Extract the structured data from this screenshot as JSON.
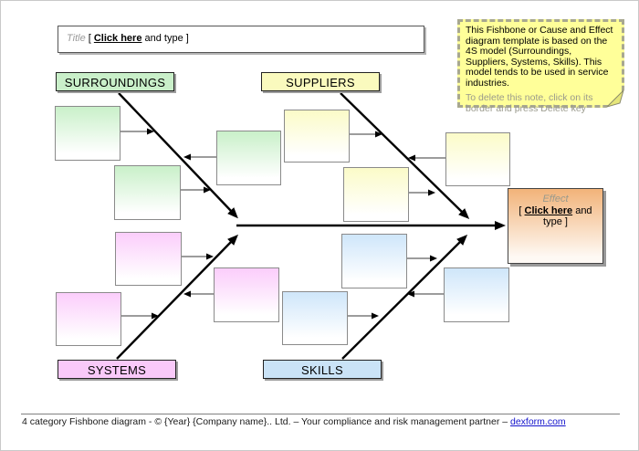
{
  "title_box": {
    "label": "Title",
    "pre": " [ ",
    "click_text": "Click here",
    "post": " and type ]"
  },
  "note": {
    "body": "This Fishbone or Cause and Effect diagram template is based on the 4S model (Surroundings, Suppliers, Systems, Skills). This model tends to be used in service industries.",
    "hint": "To delete this note, click on its border and press Delete key"
  },
  "categories": [
    {
      "id": "surroundings",
      "label": "SURROUNDINGS",
      "color": "#c9efc9"
    },
    {
      "id": "suppliers",
      "label": "SUPPLIERS",
      "color": "#fafabe"
    },
    {
      "id": "systems",
      "label": "SYSTEMS",
      "color": "#f9c9f9"
    },
    {
      "id": "skills",
      "label": "SKILLS",
      "color": "#cae3f7"
    }
  ],
  "effect": {
    "label": "Effect",
    "pre": "[ ",
    "click_text": "Click here",
    "post": " and type ]"
  },
  "footer": {
    "text": "4 category Fishbone diagram - © {Year} {Company name}.. Ltd.  – Your compliance and risk management partner – ",
    "link": "dexform.com"
  },
  "colors": {
    "effect_box": "#f2b379",
    "note_background": "#ffff99",
    "link": "#1515cc",
    "bone_lines": "#000000"
  }
}
